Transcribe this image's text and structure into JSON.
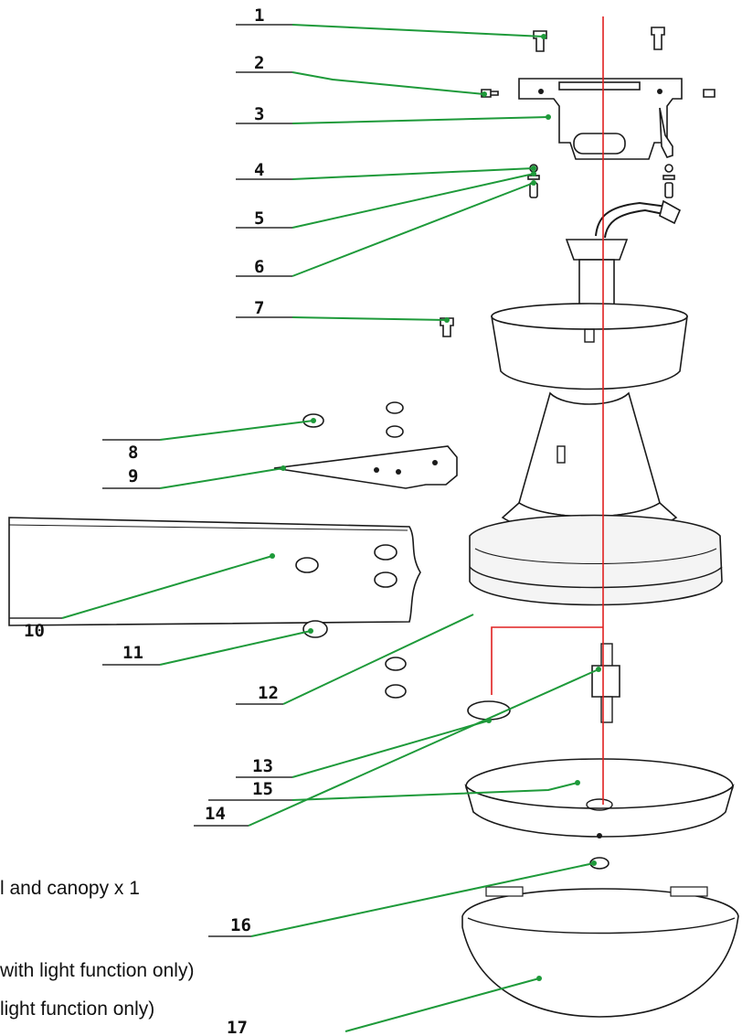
{
  "callouts": [
    "1",
    "2",
    "3",
    "4",
    "5",
    "6",
    "7",
    "8",
    "9",
    "10",
    "11",
    "12",
    "13",
    "14",
    "15",
    "16",
    "17"
  ],
  "text_lines": [
    "l and canopy x 1",
    "with light function only)",
    "light function only)"
  ],
  "colors": {
    "leader": "#1e9a3a",
    "axis": "#e02020",
    "outline": "#1a1a1a"
  }
}
